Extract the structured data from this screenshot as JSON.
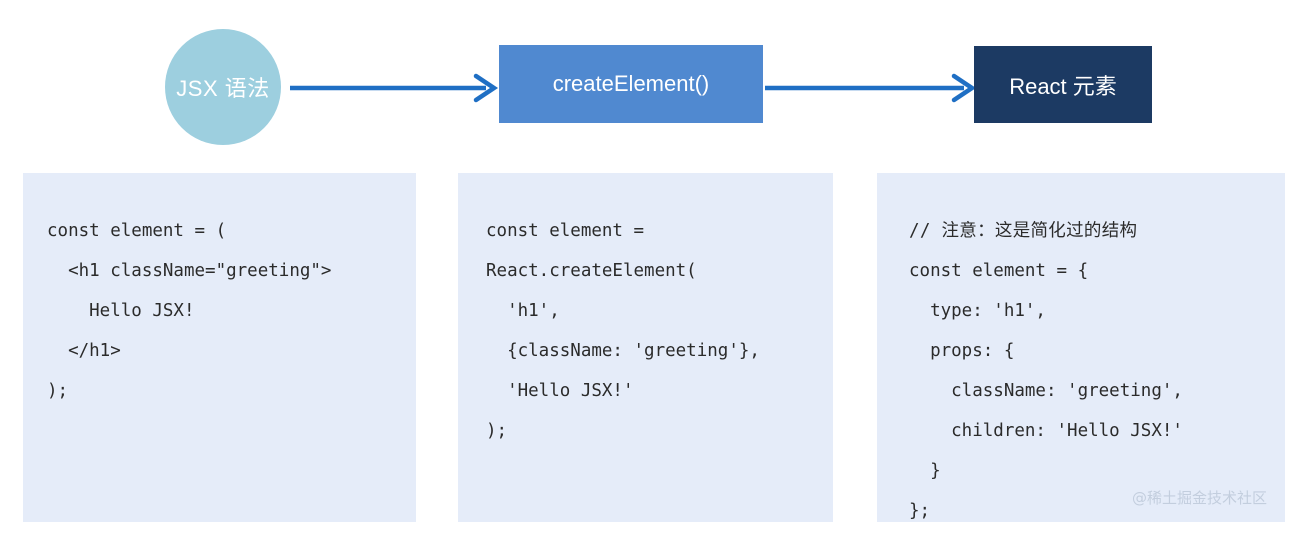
{
  "flow": {
    "nodes": [
      {
        "id": "jsx-syntax",
        "label": "JSX 语法",
        "shape": "circle",
        "fill": "#9dcfdf",
        "text_color": "#ffffff"
      },
      {
        "id": "create-element",
        "label": "createElement()",
        "shape": "rectangle",
        "fill": "#5089d0",
        "text_color": "#ffffff"
      },
      {
        "id": "react-element",
        "label": "React 元素",
        "shape": "rectangle",
        "fill": "#1c3a63",
        "text_color": "#ffffff"
      }
    ],
    "arrows": [
      {
        "id": "arrow-jsx-to-create",
        "from": "jsx-syntax",
        "to": "create-element",
        "color": "#1f6fc4"
      },
      {
        "id": "arrow-create-to-react",
        "from": "create-element",
        "to": "react-element",
        "color": "#1f6fc4"
      }
    ]
  },
  "panels": [
    {
      "id": "panel-jsx",
      "background": "#e5ecf9",
      "lines": [
        "const element = (",
        "  <h1 className=\"greeting\">",
        "    Hello JSX!",
        "  </h1>",
        ");"
      ]
    },
    {
      "id": "panel-create-element",
      "background": "#e5ecf9",
      "lines": [
        "const element =",
        "React.createElement(",
        "  'h1',",
        "  {className: 'greeting'},",
        "  'Hello JSX!'",
        ");"
      ]
    },
    {
      "id": "panel-react-element",
      "background": "#e5ecf9",
      "lines": [
        "// 注意：这是简化过的结构",
        "const element = {",
        "  type: 'h1',",
        "  props: {",
        "    className: 'greeting',",
        "    children: 'Hello JSX!'",
        "  }",
        "};"
      ]
    }
  ],
  "watermark": {
    "text": "@稀土掘金技术社区",
    "color": "#c3cede"
  }
}
